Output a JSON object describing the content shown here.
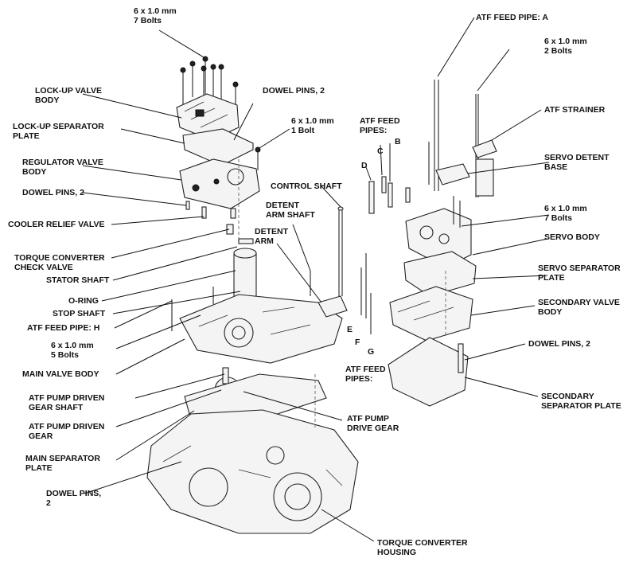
{
  "labels": {
    "bolts_top_left": "6 x 1.0 mm\n7 Bolts",
    "lockup_valve_body": "LOCK-UP VALVE\nBODY",
    "dowel_pins_top": "DOWEL PINS, 2",
    "lockup_separator_plate": "LOCK-UP SEPARATOR\nPLATE",
    "bolt_1": "6 x 1.0 mm\n1 Bolt",
    "regulator_valve_body": "REGULATOR VALVE\nBODY",
    "dowel_pins_left": "DOWEL PINS, 2",
    "control_shaft": "CONTROL SHAFT",
    "detent_arm_shaft": "DETENT\nARM SHAFT",
    "cooler_relief_valve": "COOLER RELIEF VALVE",
    "detent_arm": "DETENT\nARM",
    "torque_converter_check_valve": "TORQUE CONVERTER\nCHECK VALVE",
    "stator_shaft": "STATOR SHAFT",
    "o_ring": "O-RING",
    "stop_shaft": "STOP SHAFT",
    "atf_feed_pipe_h": "ATF FEED PIPE: H",
    "bolts_5": "6 x 1.0 mm\n5 Bolts",
    "main_valve_body": "MAIN VALVE BODY",
    "atf_pump_driven_gear_shaft": "ATF PUMP DRIVEN\nGEAR SHAFT",
    "atf_pump_driven_gear": "ATF PUMP DRIVEN\nGEAR",
    "main_separator_plate": "MAIN SEPARATOR\nPLATE",
    "dowel_pins_bottom": "DOWEL PINS,\n2",
    "atf_pump_drive_gear": "ATF PUMP\nDRIVE GEAR",
    "torque_converter_housing": "TORQUE CONVERTER\nHOUSING",
    "atf_feed_pipe_a": "ATF FEED PIPE: A",
    "bolts_2": "6 x 1.0 mm\n2 Bolts",
    "atf_strainer": "ATF STRAINER",
    "atf_feed_pipes_top": "ATF FEED\nPIPES:",
    "servo_detent_base": "SERVO DETENT\nBASE",
    "bolts_7_right": "6 x 1.0 mm\n7 Bolts",
    "servo_body": "SERVO BODY",
    "servo_separator_plate": "SERVO SEPARATOR\nPLATE",
    "secondary_valve_body": "SECONDARY VALVE\nBODY",
    "dowel_pins_right": "DOWEL PINS, 2",
    "atf_feed_pipes_bottom": "ATF FEED\nPIPES:",
    "secondary_separator_plate": "SECONDARY\nSEPARATOR PLATE"
  },
  "pipe_letters": {
    "b": "B",
    "c": "C",
    "d": "D",
    "e": "E",
    "f": "F",
    "g": "G"
  }
}
